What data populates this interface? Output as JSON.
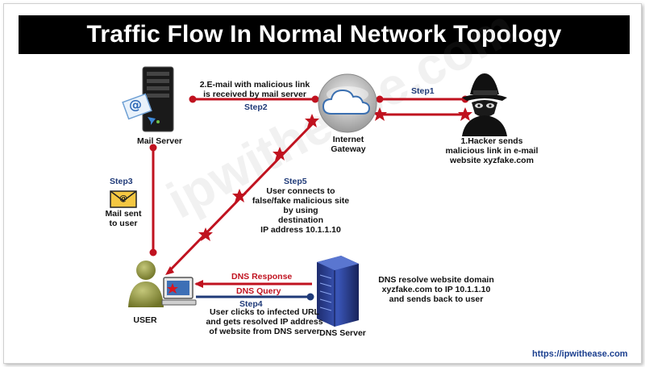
{
  "title": "Traffic Flow In Normal Network Topology",
  "watermark": "ipwithease.com",
  "footer_url": "https://ipwithease.com",
  "nodes": {
    "mail_server": "Mail Server",
    "gateway": "Internet\nGateway",
    "hacker": "1.Hacker sends\nmalicious link in e-mail\nwebsite xyzfake.com",
    "user": "USER",
    "dns_server": "DNS Server"
  },
  "labels": {
    "email_received": "2.E-mail with malicious link\nis received by mail server",
    "step1": "Step1",
    "step2": "Step2",
    "step3": "Step3",
    "mail_sent": "Mail sent\nto user",
    "step5": "Step5",
    "user_connects": "User connects to\nfalse/fake malicious site\nby using\ndestination\nIP address 10.1.1.10",
    "dns_response": "DNS Response",
    "dns_query": "DNS Query",
    "step4": "Step4",
    "user_clicks": "User clicks to infected URL\nand gets resolved IP address\nof website from DNS server",
    "dns_resolve": "DNS resolve website domain\nxyzfake.com to IP 10.1.1.10\nand sends back to user"
  },
  "colors": {
    "flow_red": "#c0121f",
    "query_blue": "#1f3a78",
    "title_bg": "#000000"
  },
  "icons": {
    "mail_server": "mail-server-icon",
    "gateway": "cloud-gateway-icon",
    "hacker": "hacker-icon",
    "user": "user-computer-icon",
    "dns_server": "dns-server-icon",
    "mail": "mail-envelope-icon"
  }
}
